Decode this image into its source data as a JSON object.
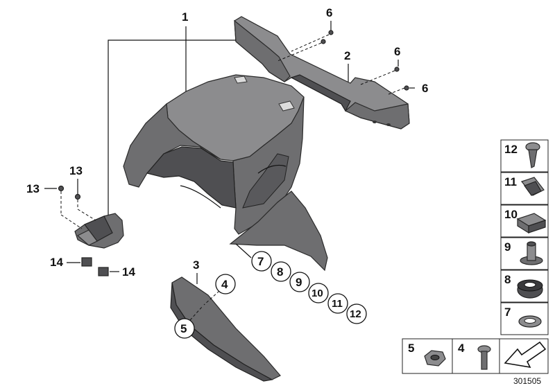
{
  "callouts": {
    "c1": "1",
    "c2": "2",
    "c3": "3",
    "c4": "4",
    "c5": "5",
    "c6a": "6",
    "c6b": "6",
    "c6c": "6",
    "c7": "7",
    "c8": "8",
    "c9": "9",
    "c10": "10",
    "c11": "11",
    "c12": "12",
    "c13a": "13",
    "c13b": "13",
    "c14a": "14",
    "c14b": "14"
  },
  "legend": {
    "r12": "12",
    "r11": "11",
    "r10": "10",
    "r9": "9",
    "r8": "8",
    "r7": "7",
    "b5": "5",
    "b4": "4"
  },
  "diagram_code": "301505",
  "colors": {
    "part": "#6e6e70",
    "line": "#111111"
  },
  "icons": [
    "screw-icon",
    "clip-nut-icon",
    "square-nut-icon",
    "spacer-bushing-icon",
    "rubber-grommet-icon",
    "spring-washer-icon",
    "hex-nut-icon",
    "bolt-icon",
    "arrow-icon"
  ]
}
